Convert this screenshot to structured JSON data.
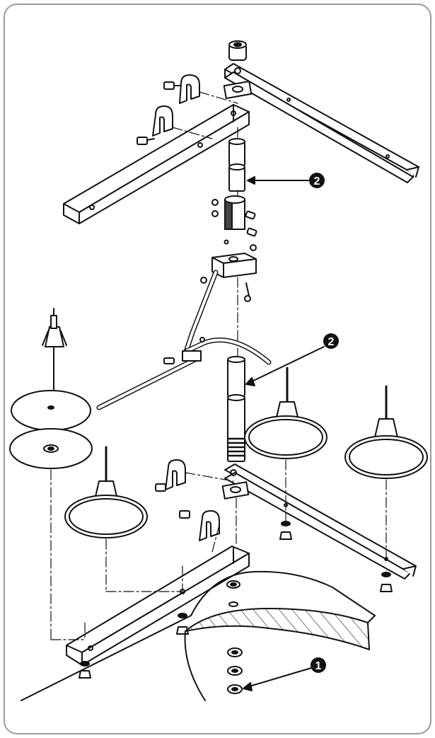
{
  "figure": {
    "border_color": "#9a9a9a",
    "line_color": "#111111",
    "fill_light": "#ffffff",
    "fill_shade": "#bdbdbd",
    "hatch_color": "#555555"
  },
  "callouts": [
    {
      "id": "callout-2-upper",
      "label": "2"
    },
    {
      "id": "callout-2-lower",
      "label": "2"
    },
    {
      "id": "callout-1",
      "label": "1"
    }
  ],
  "icons": {
    "callout_badge": "filled-circle-number",
    "parts": [
      "thread-stand-rod",
      "spool-pin",
      "spool-plate",
      "spool-arm",
      "cable-clamp",
      "screw",
      "nut",
      "washer",
      "thread-guide-bar",
      "table-top"
    ]
  }
}
